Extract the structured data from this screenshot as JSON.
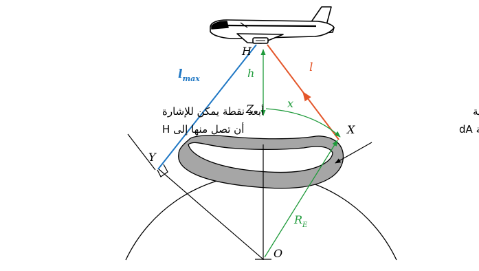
{
  "labels": {
    "H": "H",
    "h": "h",
    "l_max": "l",
    "l_max_sub": "max",
    "l": "l",
    "Z": "Z",
    "x": "x",
    "X": "X",
    "Y": "Y",
    "O": "O",
    "R": "R",
    "R_sub": "E"
  },
  "annotations": {
    "farthest_point_line1": "أبعد نقطة يمكن للإشارة",
    "farthest_point_line2": "أن تصل منها إلى H",
    "annular_region_line1": "المنطقة شبه الحلقية",
    "annular_region_line2": "للمساحة dA"
  },
  "colors": {
    "blue": "#1f77c4",
    "green": "#1e9a3a",
    "red": "#e4562a",
    "black": "#000000",
    "ring_fill": "#a6a6a6"
  }
}
